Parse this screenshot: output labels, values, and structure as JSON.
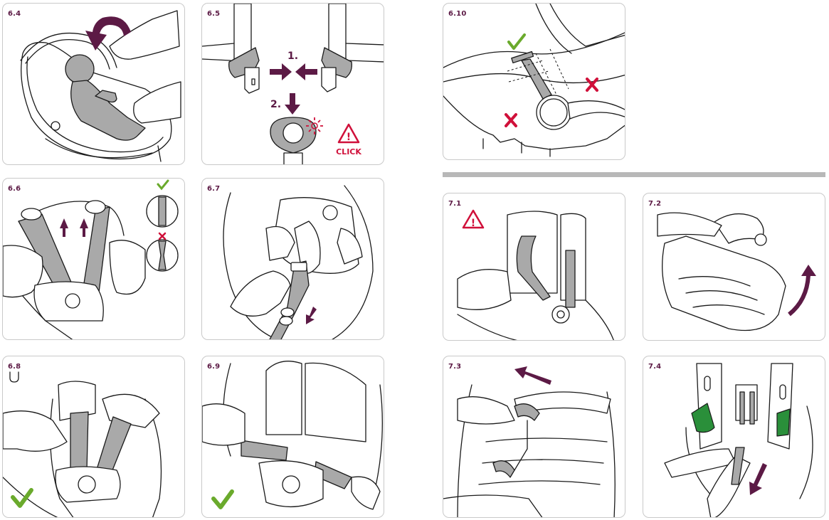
{
  "panels": {
    "p64": {
      "label": "6.4"
    },
    "p65": {
      "label": "6.5",
      "step1": "1.",
      "step2": "2.",
      "click": "CLICK"
    },
    "p610": {
      "label": "6.10"
    },
    "p66": {
      "label": "6.6"
    },
    "p67": {
      "label": "6.7"
    },
    "p71": {
      "label": "7.1"
    },
    "p72": {
      "label": "7.2"
    },
    "p68": {
      "label": "6.8"
    },
    "p69": {
      "label": "6.9"
    },
    "p73": {
      "label": "7.3"
    },
    "p74": {
      "label": "7.4"
    }
  },
  "icons": {
    "check": "check-icon",
    "cross": "cross-icon",
    "warning": "warning-icon",
    "arrow": "arrow-icon",
    "click_burst": "click-burst-icon"
  },
  "colors": {
    "accent_purple": "#5c1a45",
    "check_green": "#6aaa2c",
    "cross_red": "#d0103a",
    "warning_red": "#d0103a",
    "strap_grey": "#a9a9a9",
    "divider_grey": "#b8b8b8"
  }
}
